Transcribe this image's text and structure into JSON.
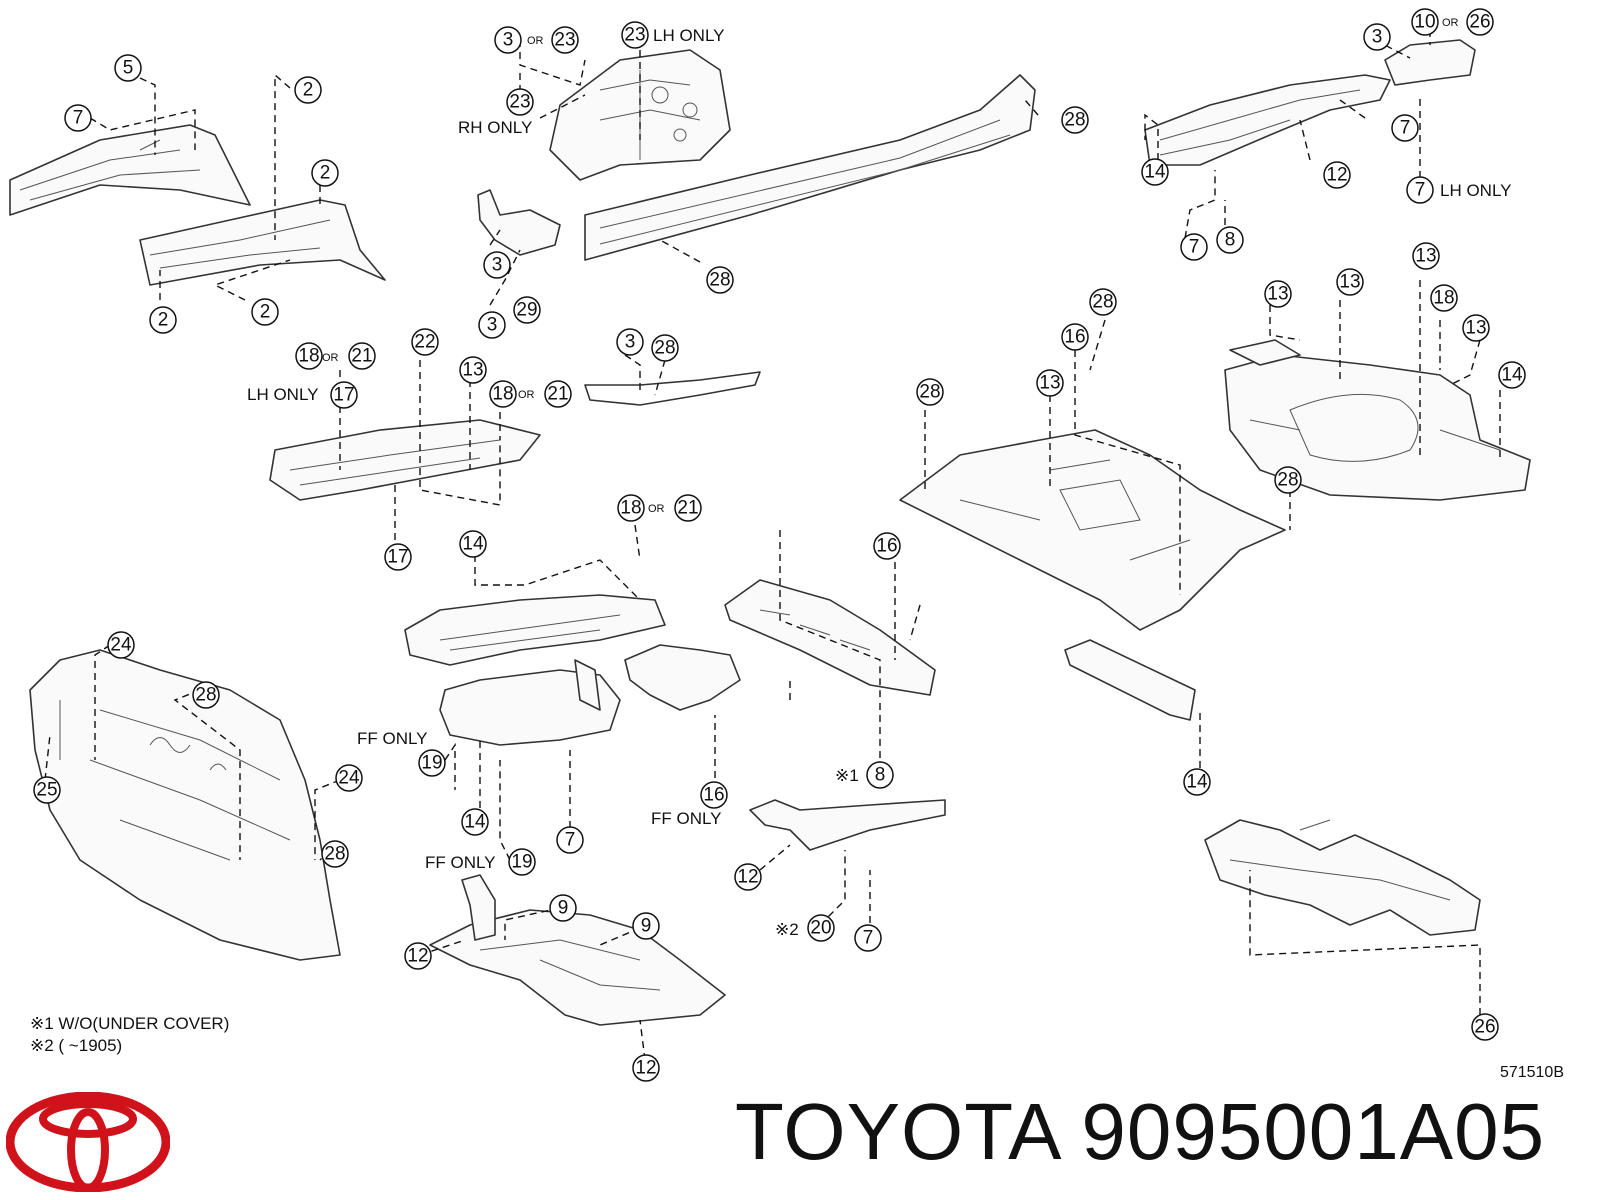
{
  "brand": {
    "name": "TOYOTA",
    "part_number": "9095001A05",
    "logo_color": "#d0121b"
  },
  "diagram_code": "571510B",
  "footnotes": [
    "※1 W/O(UNDER COVER)",
    "※2 (        ~1905)"
  ],
  "notes": {
    "lh_only": "LH ONLY",
    "rh_only": "RH ONLY",
    "ff_only": "FF ONLY",
    "or": "OR",
    "mark1": "※1",
    "mark2": "※2"
  },
  "callouts": [
    "5",
    "7",
    "2",
    "2",
    "2",
    "2",
    "2",
    "3",
    "23",
    "23",
    "23",
    "28",
    "3",
    "3",
    "29",
    "28",
    "10",
    "26",
    "3",
    "7",
    "14",
    "12",
    "7",
    "7",
    "8",
    "18",
    "21",
    "22",
    "13",
    "18",
    "21",
    "17",
    "17",
    "3",
    "28",
    "28",
    "16",
    "13",
    "13",
    "13",
    "18",
    "13",
    "13",
    "28",
    "14",
    "18",
    "21",
    "16",
    "28",
    "14",
    "24",
    "28",
    "25",
    "24",
    "28",
    "19",
    "14",
    "19",
    "7",
    "16",
    "8",
    "12",
    "20",
    "7",
    "9",
    "9",
    "12",
    "12",
    "26",
    "14"
  ]
}
